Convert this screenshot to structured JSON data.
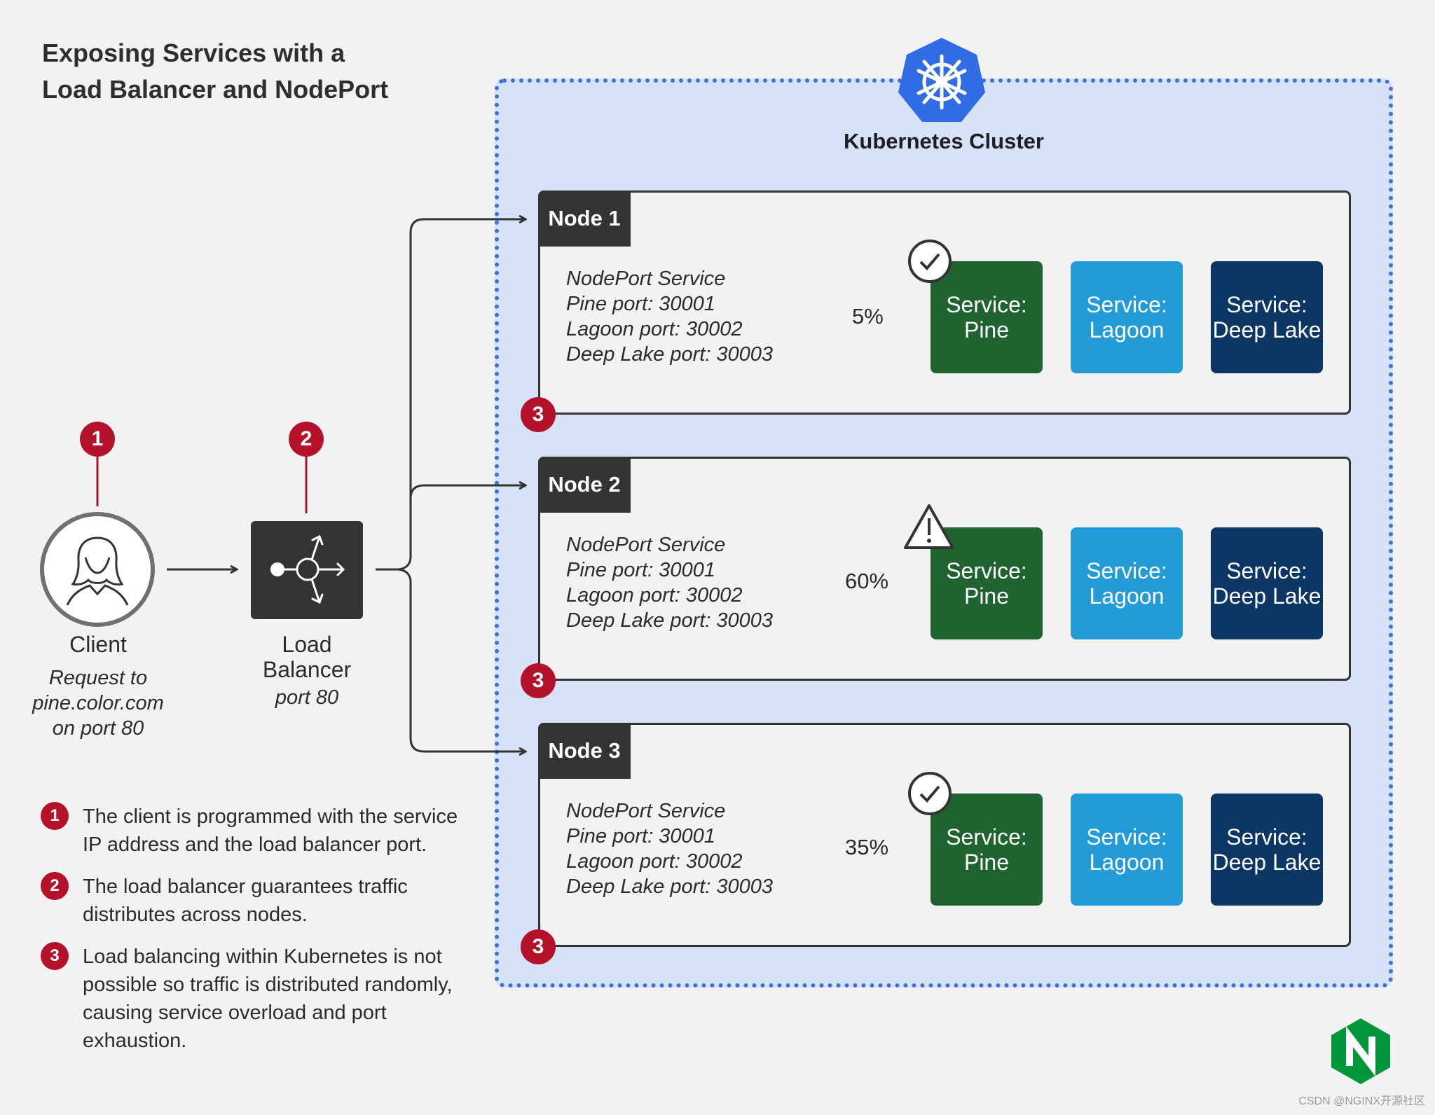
{
  "title_line1": "Exposing Services with a",
  "title_line2": "Load Balancer and NodePort",
  "cluster": {
    "label": "Kubernetes Cluster"
  },
  "client": {
    "badge": "1",
    "label": "Client",
    "sub1": "Request to",
    "sub2": "pine.color.com",
    "sub3": "on port 80"
  },
  "load_balancer": {
    "badge": "2",
    "label1": "Load",
    "label2": "Balancer",
    "sub": "port 80"
  },
  "nodes": [
    {
      "name": "Node 1",
      "lines": [
        "NodePort Service",
        "Pine port: 30001",
        "Lagoon port: 30002",
        "Deep Lake port: 30003"
      ],
      "percent": "5%",
      "status_icon": "check-icon",
      "badge": "3"
    },
    {
      "name": "Node 2",
      "lines": [
        "NodePort Service",
        "Pine port: 30001",
        "Lagoon port: 30002",
        "Deep Lake port: 30003"
      ],
      "percent": "60%",
      "status_icon": "warning-icon",
      "badge": "3"
    },
    {
      "name": "Node 3",
      "lines": [
        "NodePort Service",
        "Pine port: 30001",
        "Lagoon port: 30002",
        "Deep Lake port: 30003"
      ],
      "percent": "35%",
      "status_icon": "check-icon",
      "badge": "3"
    }
  ],
  "services": {
    "pine": {
      "line1": "Service:",
      "line2": "Pine",
      "color": "#1e6330"
    },
    "lagoon": {
      "line1": "Service:",
      "line2": "Lagoon",
      "color": "#239bd6"
    },
    "deep_lake": {
      "line1": "Service:",
      "line2": "Deep Lake",
      "color": "#0c3664"
    }
  },
  "legend": [
    {
      "num": "1",
      "line1": "The client is programmed with the service",
      "line2": "IP address and the load balancer port.",
      "line3": ""
    },
    {
      "num": "2",
      "line1": "The load balancer guarantees traffic",
      "line2": "distributes across nodes.",
      "line3": ""
    },
    {
      "num": "3",
      "line1": "Load balancing within Kubernetes is not",
      "line2": "possible so traffic is distributed randomly,",
      "line3": "causing service overload and port exhaustion."
    }
  ],
  "colors": {
    "badge_red": "#b4122a",
    "cluster_blue": "#3f72db",
    "cluster_fill": "#d6e2f8",
    "nginx_green": "#009639"
  },
  "watermark": "CSDN @NGINX开源社区"
}
